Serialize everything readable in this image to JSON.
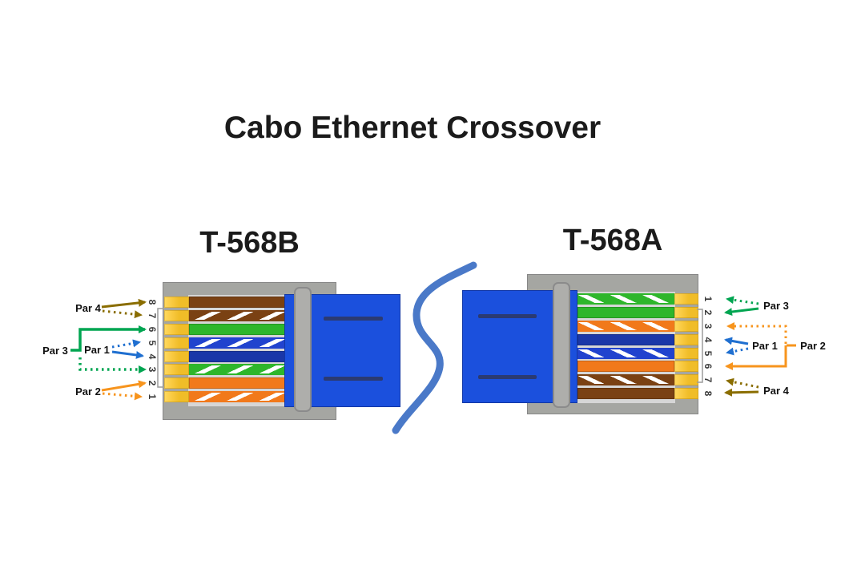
{
  "title": "Cabo Ethernet Crossover",
  "colors": {
    "brown": "#7a4113",
    "green": "#2eb62b",
    "blue_wire": "#1a37a8",
    "blue_stripe": "#2143ce",
    "orange": "#f1791b",
    "pad_yellow": "#f0bd28",
    "body_gray": "#a5a6a2",
    "cable_blue": "#1b50dd",
    "cable_line_navy": "#2b3a72",
    "s_curve_blue": "#4a79c8",
    "arrow_olive": "#8a6d00",
    "arrow_green": "#00a551",
    "arrow_blue": "#1f6fd0",
    "arrow_orange": "#f7941d",
    "bracket_gray": "#9b9b9b",
    "digit_gray": "#3a3a3a"
  },
  "connectors": {
    "left": {
      "heading": "T-568B",
      "pins": [
        {
          "number": "8",
          "wire": "brown",
          "pattern": "solid"
        },
        {
          "number": "7",
          "wire": "brown",
          "pattern": "striped"
        },
        {
          "number": "6",
          "wire": "green",
          "pattern": "solid"
        },
        {
          "number": "5",
          "wire": "blue",
          "pattern": "striped"
        },
        {
          "number": "4",
          "wire": "blue",
          "pattern": "solid"
        },
        {
          "number": "3",
          "wire": "green",
          "pattern": "striped"
        },
        {
          "number": "2",
          "wire": "orange",
          "pattern": "solid"
        },
        {
          "number": "1",
          "wire": "orange",
          "pattern": "striped"
        }
      ]
    },
    "right": {
      "heading": "T-568A",
      "pins": [
        {
          "number": "1",
          "wire": "green",
          "pattern": "striped"
        },
        {
          "number": "2",
          "wire": "green",
          "pattern": "solid"
        },
        {
          "number": "3",
          "wire": "orange",
          "pattern": "striped"
        },
        {
          "number": "4",
          "wire": "blue",
          "pattern": "solid"
        },
        {
          "number": "5",
          "wire": "blue",
          "pattern": "striped"
        },
        {
          "number": "6",
          "wire": "orange",
          "pattern": "solid"
        },
        {
          "number": "7",
          "wire": "brown",
          "pattern": "striped"
        },
        {
          "number": "8",
          "wire": "brown",
          "pattern": "solid"
        }
      ]
    }
  },
  "pairs": {
    "left": [
      {
        "label": "Par 4",
        "color": "olive",
        "solid_pin": "8",
        "dotted_pin": "7"
      },
      {
        "label": "Par 3",
        "color": "green",
        "solid_pin": "6",
        "dotted_pin": "3"
      },
      {
        "label": "Par 1",
        "color": "blue",
        "solid_pin": "4",
        "dotted_pin": "5"
      },
      {
        "label": "Par 2",
        "color": "orange",
        "solid_pin": "2",
        "dotted_pin": "1"
      }
    ],
    "right": [
      {
        "label": "Par 3",
        "color": "green",
        "solid_pin": "2",
        "dotted_pin": "1"
      },
      {
        "label": "Par 2",
        "color": "orange",
        "solid_pin": "6",
        "dotted_pin": "3"
      },
      {
        "label": "Par 1",
        "color": "blue",
        "solid_pin": "4",
        "dotted_pin": "5"
      },
      {
        "label": "Par 4",
        "color": "olive",
        "solid_pin": "8",
        "dotted_pin": "7"
      }
    ]
  }
}
